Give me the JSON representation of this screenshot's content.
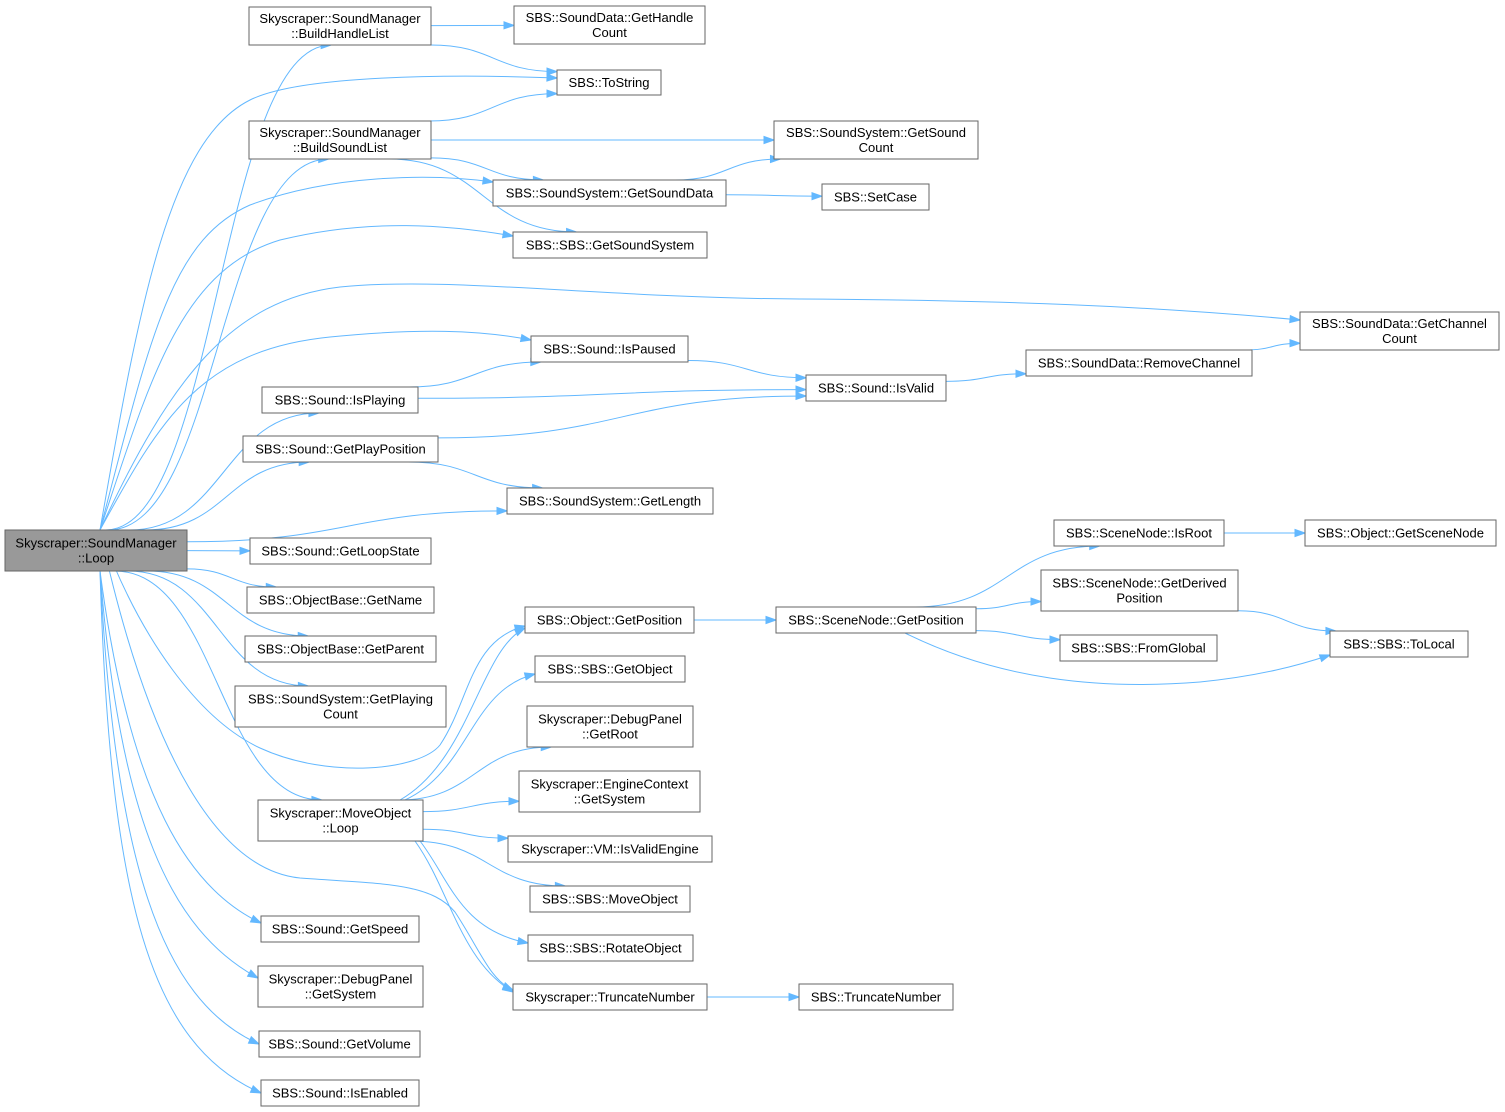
{
  "colors": {
    "edge": "#63b8ff",
    "node_border": "#666666",
    "root_fill": "#999999",
    "node_fill": "#ffffff"
  },
  "nodes": [
    {
      "id": "root",
      "lines": [
        "Skyscraper::SoundManager",
        "::Loop"
      ]
    },
    {
      "id": "bhl",
      "lines": [
        "Skyscraper::SoundManager",
        "::BuildHandleList"
      ]
    },
    {
      "id": "bsl",
      "lines": [
        "Skyscraper::SoundManager",
        "::BuildSoundList"
      ]
    },
    {
      "id": "sd_ghc",
      "lines": [
        "SBS::SoundData::GetHandle",
        "Count"
      ]
    },
    {
      "id": "tostring",
      "lines": [
        "SBS::ToString"
      ]
    },
    {
      "id": "ss_gsc",
      "lines": [
        "SBS::SoundSystem::GetSound",
        "Count"
      ]
    },
    {
      "id": "ss_gsd",
      "lines": [
        "SBS::SoundSystem::GetSoundData"
      ]
    },
    {
      "id": "setcase",
      "lines": [
        "SBS::SetCase"
      ]
    },
    {
      "id": "sbs_gss",
      "lines": [
        "SBS::SBS::GetSoundSystem"
      ]
    },
    {
      "id": "sd_gcc",
      "lines": [
        "SBS::SoundData::GetChannel",
        "Count"
      ]
    },
    {
      "id": "s_paused",
      "lines": [
        "SBS::Sound::IsPaused"
      ]
    },
    {
      "id": "s_playing",
      "lines": [
        "SBS::Sound::IsPlaying"
      ]
    },
    {
      "id": "s_valid",
      "lines": [
        "SBS::Sound::IsValid"
      ]
    },
    {
      "id": "sd_rc",
      "lines": [
        "SBS::SoundData::RemoveChannel"
      ]
    },
    {
      "id": "s_gpp",
      "lines": [
        "SBS::Sound::GetPlayPosition"
      ]
    },
    {
      "id": "ss_glen",
      "lines": [
        "SBS::SoundSystem::GetLength"
      ]
    },
    {
      "id": "s_gls",
      "lines": [
        "SBS::Sound::GetLoopState"
      ]
    },
    {
      "id": "ob_gname",
      "lines": [
        "SBS::ObjectBase::GetName"
      ]
    },
    {
      "id": "ob_gparent",
      "lines": [
        "SBS::ObjectBase::GetParent"
      ]
    },
    {
      "id": "ss_gpc",
      "lines": [
        "SBS::SoundSystem::GetPlaying",
        "Count"
      ]
    },
    {
      "id": "mo_loop",
      "lines": [
        "Skyscraper::MoveObject",
        "::Loop"
      ]
    },
    {
      "id": "obj_gpos",
      "lines": [
        "SBS::Object::GetPosition"
      ]
    },
    {
      "id": "sbs_gobj",
      "lines": [
        "SBS::SBS::GetObject"
      ]
    },
    {
      "id": "dp_groot",
      "lines": [
        "Skyscraper::DebugPanel",
        "::GetRoot"
      ]
    },
    {
      "id": "ec_gsys",
      "lines": [
        "Skyscraper::EngineContext",
        "::GetSystem"
      ]
    },
    {
      "id": "vm_ive",
      "lines": [
        "Skyscraper::VM::IsValidEngine"
      ]
    },
    {
      "id": "sbs_mo",
      "lines": [
        "SBS::SBS::MoveObject"
      ]
    },
    {
      "id": "sbs_ro",
      "lines": [
        "SBS::SBS::RotateObject"
      ]
    },
    {
      "id": "sky_tn",
      "lines": [
        "Skyscraper::TruncateNumber"
      ]
    },
    {
      "id": "sbs_tn",
      "lines": [
        "SBS::TruncateNumber"
      ]
    },
    {
      "id": "sn_gpos",
      "lines": [
        "SBS::SceneNode::GetPosition"
      ]
    },
    {
      "id": "sn_isroot",
      "lines": [
        "SBS::SceneNode::IsRoot"
      ]
    },
    {
      "id": "obj_gsn",
      "lines": [
        "SBS::Object::GetSceneNode"
      ]
    },
    {
      "id": "sn_gdp",
      "lines": [
        "SBS::SceneNode::GetDerived",
        "Position"
      ]
    },
    {
      "id": "sbs_fg",
      "lines": [
        "SBS::SBS::FromGlobal"
      ]
    },
    {
      "id": "sbs_tl",
      "lines": [
        "SBS::SBS::ToLocal"
      ]
    },
    {
      "id": "s_gspeed",
      "lines": [
        "SBS::Sound::GetSpeed"
      ]
    },
    {
      "id": "dp_gsys",
      "lines": [
        "Skyscraper::DebugPanel",
        "::GetSystem"
      ]
    },
    {
      "id": "s_gvol",
      "lines": [
        "SBS::Sound::GetVolume"
      ]
    },
    {
      "id": "s_isen",
      "lines": [
        "SBS::Sound::IsEnabled"
      ]
    }
  ],
  "edges": [
    [
      "root",
      "bhl"
    ],
    [
      "root",
      "tostring"
    ],
    [
      "root",
      "bsl"
    ],
    [
      "root",
      "ss_gsd"
    ],
    [
      "root",
      "sbs_gss"
    ],
    [
      "root",
      "sd_gcc"
    ],
    [
      "root",
      "s_paused"
    ],
    [
      "root",
      "s_playing"
    ],
    [
      "root",
      "s_gpp"
    ],
    [
      "root",
      "ss_glen"
    ],
    [
      "root",
      "s_gls"
    ],
    [
      "root",
      "ob_gname"
    ],
    [
      "root",
      "ob_gparent"
    ],
    [
      "root",
      "ss_gpc"
    ],
    [
      "root",
      "obj_gpos"
    ],
    [
      "root",
      "mo_loop"
    ],
    [
      "root",
      "sky_tn"
    ],
    [
      "root",
      "s_gspeed"
    ],
    [
      "root",
      "dp_gsys"
    ],
    [
      "root",
      "s_gvol"
    ],
    [
      "root",
      "s_isen"
    ],
    [
      "bhl",
      "sd_ghc"
    ],
    [
      "bhl",
      "tostring"
    ],
    [
      "bsl",
      "tostring"
    ],
    [
      "bsl",
      "ss_gsc"
    ],
    [
      "bsl",
      "ss_gsd"
    ],
    [
      "bsl",
      "sbs_gss"
    ],
    [
      "ss_gsd",
      "ss_gsc"
    ],
    [
      "ss_gsd",
      "setcase"
    ],
    [
      "s_playing",
      "s_paused"
    ],
    [
      "s_playing",
      "s_valid"
    ],
    [
      "s_paused",
      "s_valid"
    ],
    [
      "s_gpp",
      "s_valid"
    ],
    [
      "s_gpp",
      "ss_glen"
    ],
    [
      "s_valid",
      "sd_rc"
    ],
    [
      "sd_rc",
      "sd_gcc"
    ],
    [
      "mo_loop",
      "obj_gpos"
    ],
    [
      "mo_loop",
      "sbs_gobj"
    ],
    [
      "mo_loop",
      "dp_groot"
    ],
    [
      "mo_loop",
      "ec_gsys"
    ],
    [
      "mo_loop",
      "vm_ive"
    ],
    [
      "mo_loop",
      "sbs_mo"
    ],
    [
      "mo_loop",
      "sbs_ro"
    ],
    [
      "mo_loop",
      "sky_tn"
    ],
    [
      "obj_gpos",
      "sn_gpos"
    ],
    [
      "sn_gpos",
      "sn_isroot"
    ],
    [
      "sn_gpos",
      "sn_gdp"
    ],
    [
      "sn_gpos",
      "sbs_fg"
    ],
    [
      "sn_gpos",
      "sbs_tl"
    ],
    [
      "sn_isroot",
      "obj_gsn"
    ],
    [
      "sn_gdp",
      "sbs_tl"
    ],
    [
      "sky_tn",
      "sbs_tn"
    ]
  ]
}
